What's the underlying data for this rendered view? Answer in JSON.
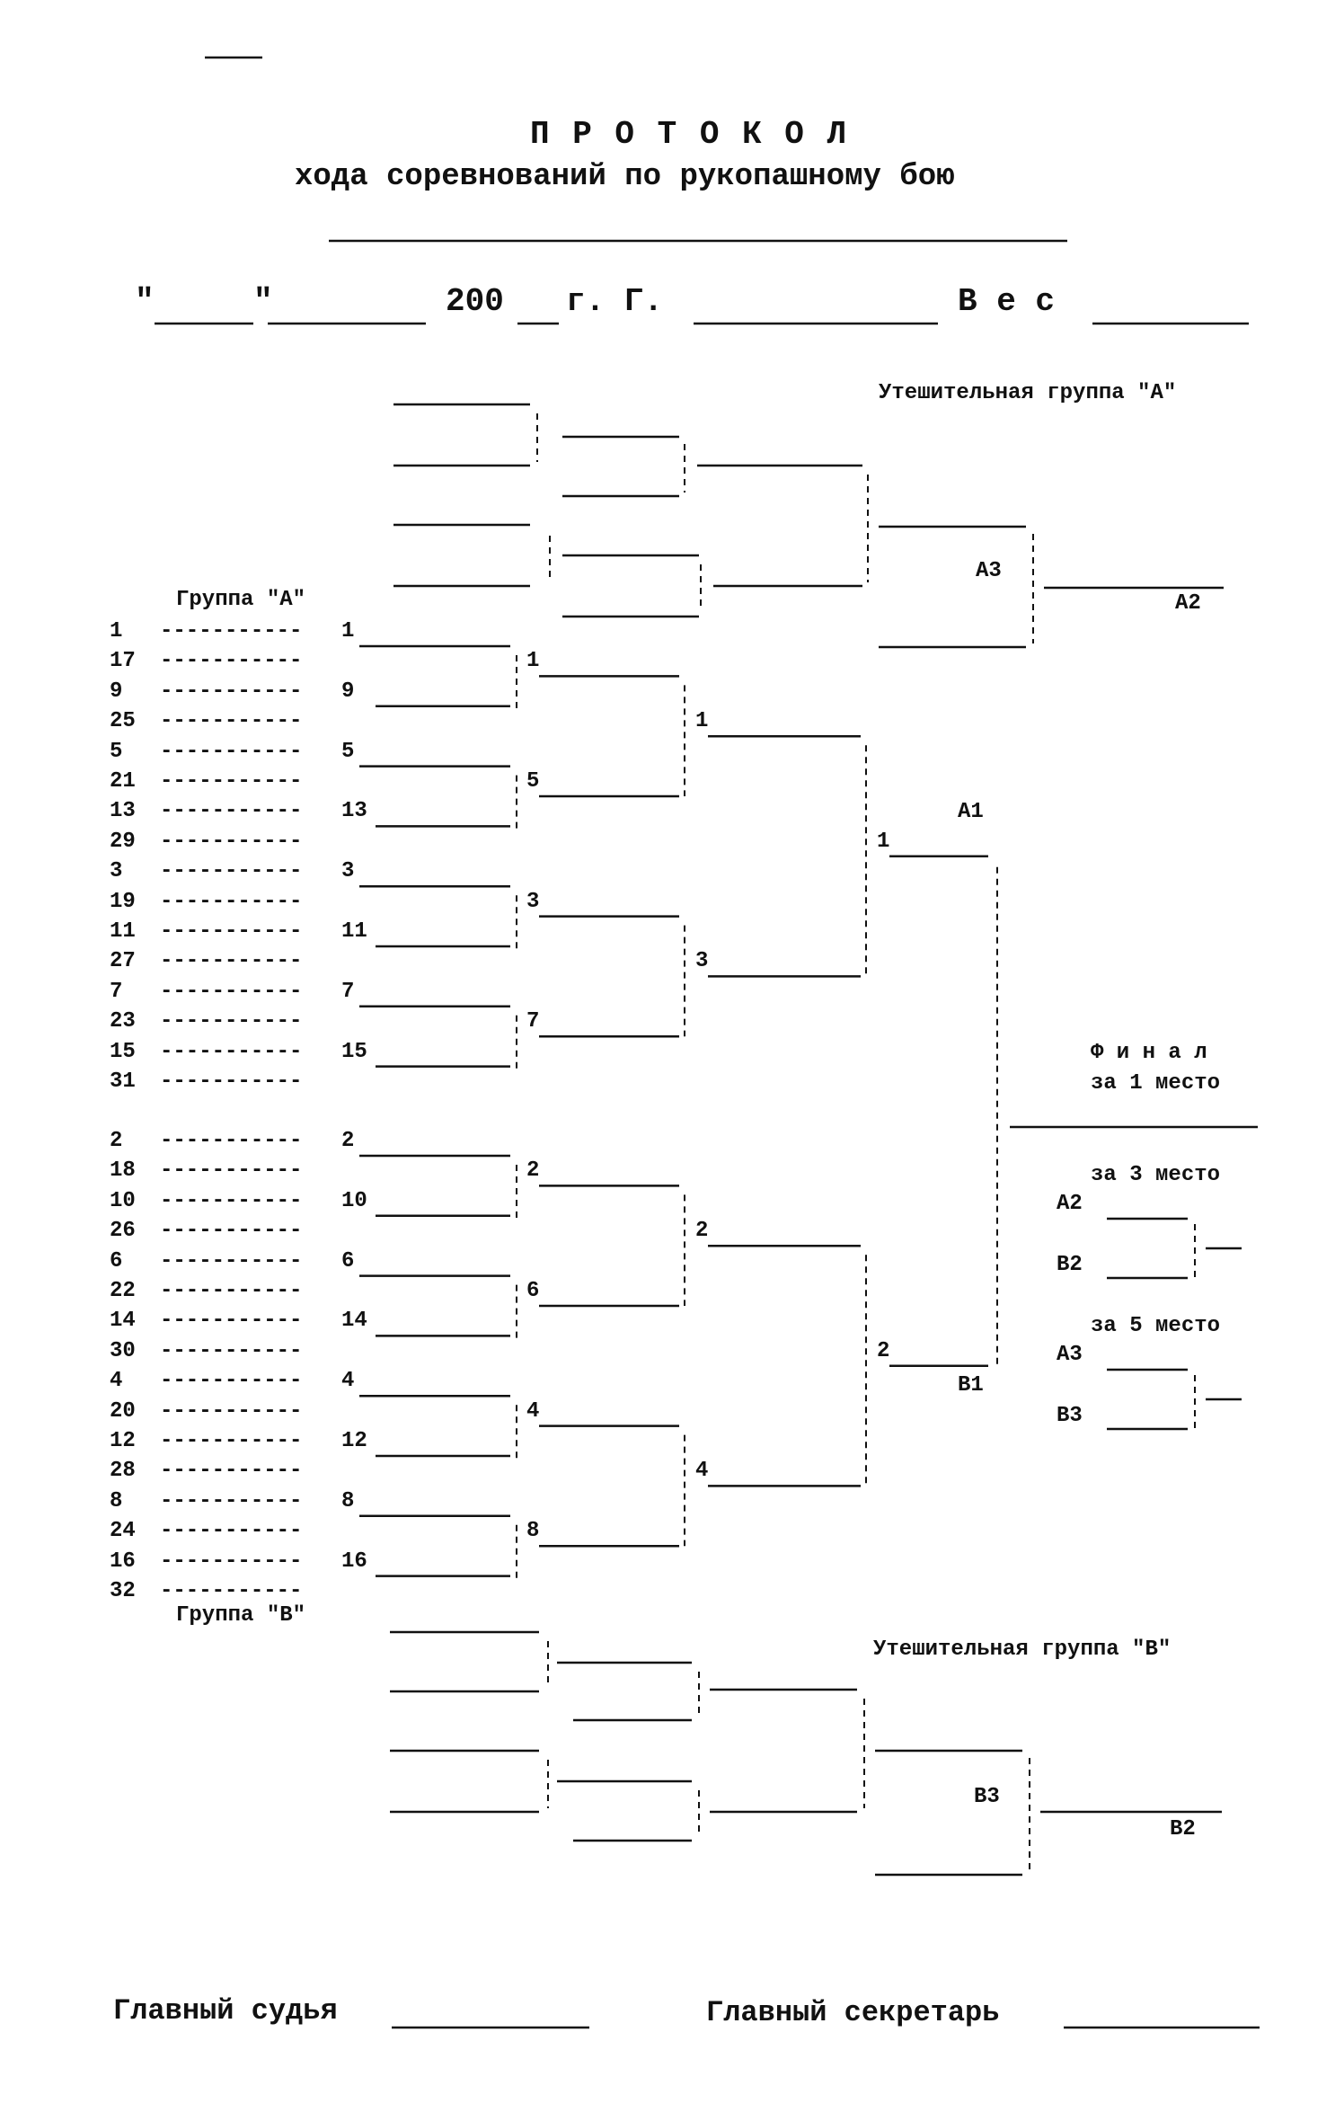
{
  "header": {
    "title": "П Р О Т О К О Л",
    "subtitle": "хода соревнований по рукопашному бою",
    "date_line": {
      "quote_open": "\"",
      "quote_close": "\"",
      "year": "200",
      "year_suffix": "г. Г.",
      "weight_label": "В е с"
    }
  },
  "group_a": {
    "label": "Группа \"А\"",
    "rows": [
      {
        "seed": "1",
        "dashes": "-----------",
        "winner": "1"
      },
      {
        "seed": "17",
        "dashes": "-----------",
        "winner": ""
      },
      {
        "seed": "9",
        "dashes": "-----------",
        "winner": "9"
      },
      {
        "seed": "25",
        "dashes": "-----------",
        "winner": ""
      },
      {
        "seed": "5",
        "dashes": "-----------",
        "winner": "5"
      },
      {
        "seed": "21",
        "dashes": "-----------",
        "winner": ""
      },
      {
        "seed": "13",
        "dashes": "-----------",
        "winner": "13"
      },
      {
        "seed": "29",
        "dashes": "-----------",
        "winner": ""
      },
      {
        "seed": "3",
        "dashes": "-----------",
        "winner": "3"
      },
      {
        "seed": "19",
        "dashes": "-----------",
        "winner": ""
      },
      {
        "seed": "11",
        "dashes": "-----------",
        "winner": "11"
      },
      {
        "seed": "27",
        "dashes": "-----------",
        "winner": ""
      },
      {
        "seed": "7",
        "dashes": "-----------",
        "winner": "7"
      },
      {
        "seed": "23",
        "dashes": "-----------",
        "winner": ""
      },
      {
        "seed": "15",
        "dashes": "-----------",
        "winner": "15"
      },
      {
        "seed": "31",
        "dashes": "-----------",
        "winner": ""
      }
    ],
    "round2": [
      "1",
      "5",
      "3",
      "7"
    ],
    "round3": [
      "1",
      "3"
    ],
    "round4": "1",
    "final_label": "A1"
  },
  "group_b": {
    "label": "Группа \"В\"",
    "rows": [
      {
        "seed": "2",
        "dashes": "-----------",
        "winner": "2"
      },
      {
        "seed": "18",
        "dashes": "-----------",
        "winner": ""
      },
      {
        "seed": "10",
        "dashes": "-----------",
        "winner": "10"
      },
      {
        "seed": "26",
        "dashes": "-----------",
        "winner": ""
      },
      {
        "seed": "6",
        "dashes": "-----------",
        "winner": "6"
      },
      {
        "seed": "22",
        "dashes": "-----------",
        "winner": ""
      },
      {
        "seed": "14",
        "dashes": "-----------",
        "winner": "14"
      },
      {
        "seed": "30",
        "dashes": "-----------",
        "winner": ""
      },
      {
        "seed": "4",
        "dashes": "-----------",
        "winner": "4"
      },
      {
        "seed": "20",
        "dashes": "-----------",
        "winner": ""
      },
      {
        "seed": "12",
        "dashes": "-----------",
        "winner": "12"
      },
      {
        "seed": "28",
        "dashes": "-----------",
        "winner": ""
      },
      {
        "seed": "8",
        "dashes": "-----------",
        "winner": "8"
      },
      {
        "seed": "24",
        "dashes": "-----------",
        "winner": ""
      },
      {
        "seed": "16",
        "dashes": "-----------",
        "winner": "16"
      },
      {
        "seed": "32",
        "dashes": "-----------",
        "winner": ""
      }
    ],
    "round2": [
      "2",
      "6",
      "4",
      "8"
    ],
    "round3": [
      "2",
      "4"
    ],
    "round4": "2",
    "final_label": "B1"
  },
  "consolation_a": {
    "title": "Утешительная группа \"А\"",
    "mid_label": "А3",
    "winner_label": "А2"
  },
  "consolation_b": {
    "title": "Утешительная группа \"В\"",
    "mid_label": "В3",
    "winner_label": "В2"
  },
  "final": {
    "title_line1": "Ф и н а л",
    "title_line2": "за 1 место",
    "third_title": "за 3 место",
    "third_a": "А2",
    "third_b": "В2",
    "fifth_title": "за 5 место",
    "fifth_a": "А3",
    "fifth_b": "В3"
  },
  "footer": {
    "chief_judge": "Главный судья",
    "chief_secretary": "Главный секретарь"
  }
}
